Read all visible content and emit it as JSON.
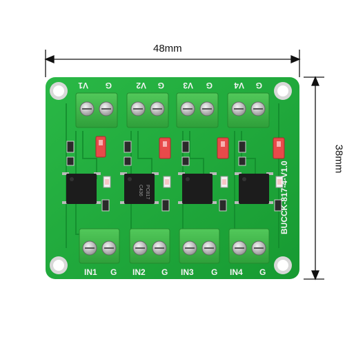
{
  "dimensions": {
    "width_label": "48mm",
    "height_label": "38mm"
  },
  "board": {
    "model_label": "BUCCK-817-4-V1.0",
    "top_labels": [
      "V1",
      "G",
      "V2",
      "G",
      "V3",
      "G",
      "V4",
      "G"
    ],
    "bottom_labels": [
      "IN1",
      "G",
      "IN2",
      "G",
      "IN3",
      "G",
      "IN4",
      "G"
    ],
    "chip_marks": [
      "PC817",
      "C436"
    ]
  },
  "colors": {
    "pcb": "#1fae3a",
    "terminal": "#3fbf48",
    "jumper": "#e84a4a",
    "chip": "#1c1c1c"
  }
}
